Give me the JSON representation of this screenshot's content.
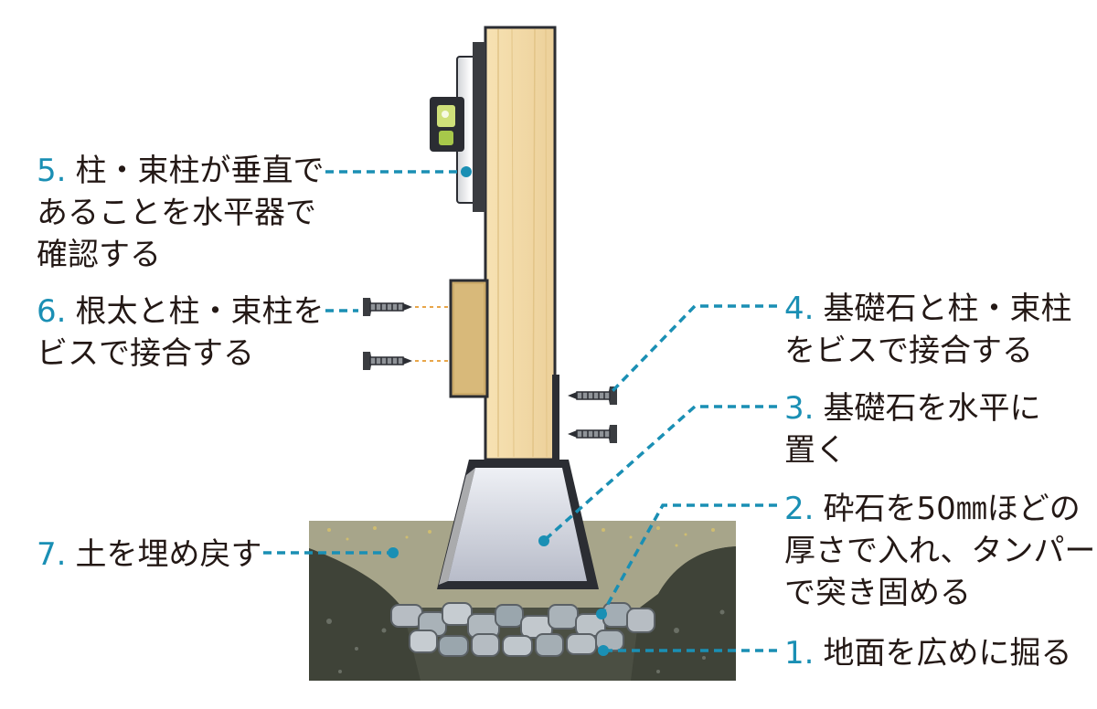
{
  "colors": {
    "callout_line": "#1a8fb4",
    "number_text": "#1a8fb4",
    "label_text": "#231815",
    "wood_post": "#f3d9a4",
    "base_stone": "#c9cdd8",
    "soil": "#4b4f43",
    "backfill": "#a7a58a",
    "gravel": "#b7bdc3"
  },
  "steps": [
    {
      "num": "1.",
      "lines": [
        "地面を広めに掘る"
      ]
    },
    {
      "num": "2.",
      "lines": [
        "砕石を50㎜ほどの",
        "厚さで入れ、タンパー",
        "で突き固める"
      ]
    },
    {
      "num": "3.",
      "lines": [
        "基礎石を水平に",
        "置く"
      ]
    },
    {
      "num": "4.",
      "lines": [
        "基礎石と柱・束柱",
        "をビスで接合する"
      ]
    },
    {
      "num": "5.",
      "lines": [
        "柱・束柱が垂直で",
        "あることを水平器で",
        "確認する"
      ]
    },
    {
      "num": "6.",
      "lines": [
        "根太と柱・束柱を",
        "ビスで接合する"
      ]
    },
    {
      "num": "7.",
      "lines": [
        "土を埋め戻す"
      ]
    }
  ],
  "icons": {
    "level": "spirit-level-icon",
    "screw": "screw-icon"
  }
}
